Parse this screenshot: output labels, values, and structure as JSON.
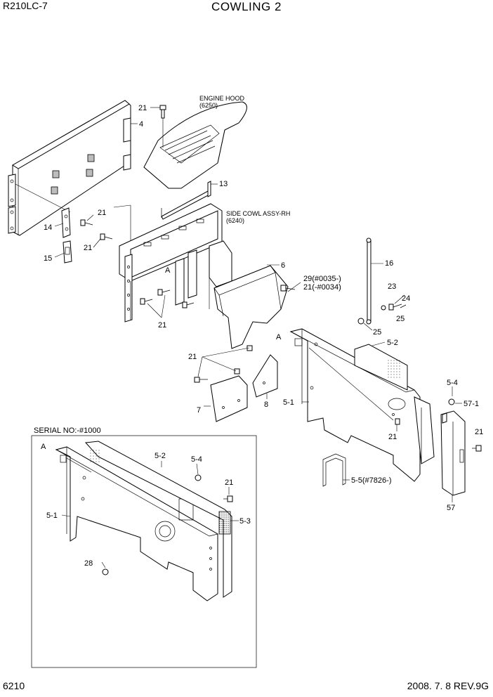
{
  "header": {
    "model": "R210LC-7",
    "title": "COWLING 2"
  },
  "footer": {
    "page": "6210",
    "revision": "2008. 7. 8  REV.9G"
  },
  "notes": {
    "engine_hood": "ENGINE HOOD",
    "engine_hood_ref": "(6250)",
    "side_cowl": "SIDE COWL ASSY-RH",
    "side_cowl_ref": "(6240)",
    "serial": "SERIAL NO:-#1000"
  },
  "callouts": {
    "c21_top": "21",
    "c4": "4",
    "c13": "13",
    "c21_a": "21",
    "c14": "14",
    "c21_b": "21",
    "c15": "15",
    "cA_1": "A",
    "c21_c": "21",
    "c6": "6",
    "c29": "29(#0035-)",
    "c21_d": "21(-#0034)",
    "c16": "16",
    "c23": "23",
    "c24": "24",
    "c25_a": "25",
    "c25_b": "25",
    "cA_2": "A",
    "c5_2_a": "5-2",
    "c21_e": "21",
    "c7": "7",
    "c8": "8",
    "c5_1_a": "5-1",
    "c21_f": "21",
    "c5_4_a": "5-4",
    "c57_1": "57-1",
    "c21_g": "21",
    "c57": "57",
    "c5_5": "5-5(#7826-)",
    "cA_3": "A",
    "c5_2_b": "5-2",
    "c5_4_b": "5-4",
    "c21_h": "21",
    "c5_3": "5-3",
    "c5_1_b": "5-1",
    "c28": "28"
  }
}
